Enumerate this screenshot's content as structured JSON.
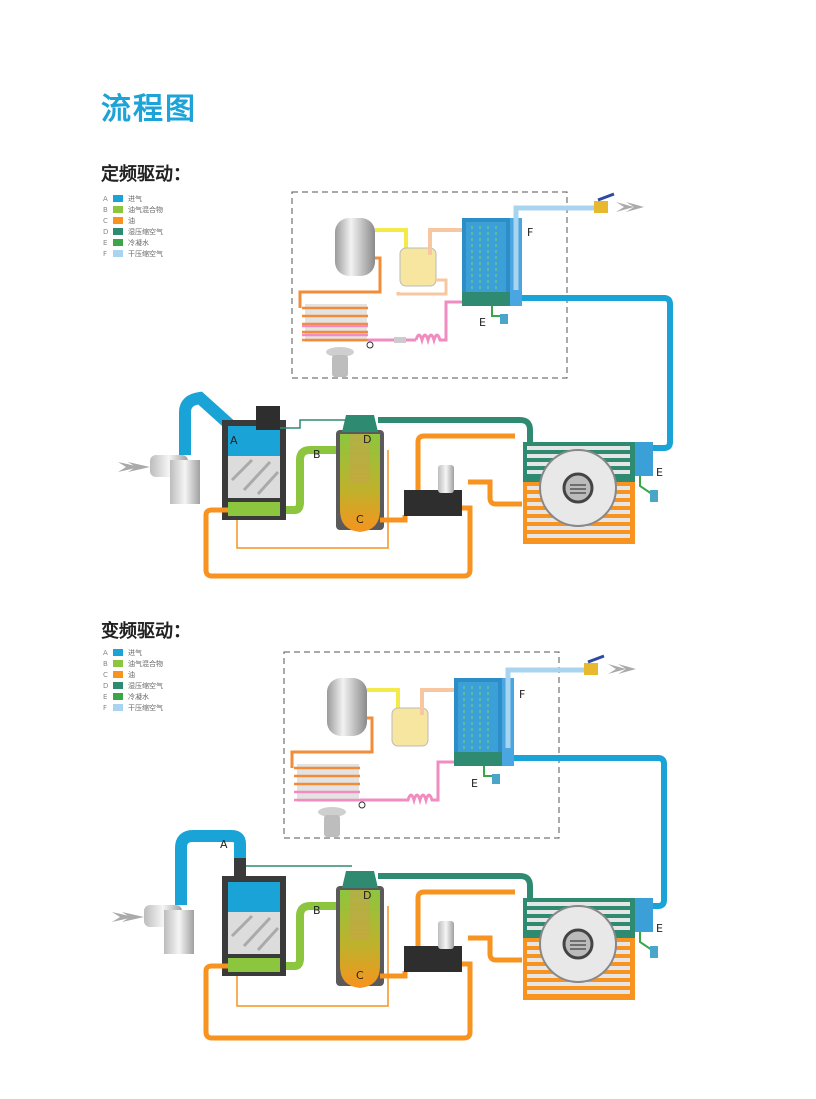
{
  "page_title": "流程图",
  "colors": {
    "intake_air": "#1aa3d6",
    "oil_air_mix": "#8cc63f",
    "oil": "#f7931e",
    "wet_air": "#2e8b72",
    "condensate": "#3aa648",
    "dry_air": "#a9d4ef",
    "refrigerant_hot": "#f28c38",
    "refrigerant_cold": "#f08cc0",
    "title_blue": "#1ea3d8"
  },
  "legend": [
    {
      "letter": "A",
      "label": "进气",
      "color": "#1aa3d6"
    },
    {
      "letter": "B",
      "label": "油气混合物",
      "color": "#8cc63f"
    },
    {
      "letter": "C",
      "label": "油",
      "color": "#f7931e"
    },
    {
      "letter": "D",
      "label": "湿压缩空气",
      "color": "#2e8b72"
    },
    {
      "letter": "E",
      "label": "冷凝水",
      "color": "#3aa648"
    },
    {
      "letter": "F",
      "label": "干压缩空气",
      "color": "#a9d4ef"
    }
  ],
  "sections": [
    {
      "title": "定频驱动：",
      "labels": {
        "a": "A",
        "b": "B",
        "c": "C",
        "d": "D",
        "e1": "E",
        "e2": "E",
        "f": "F"
      }
    },
    {
      "title": "变频驱动：",
      "labels": {
        "a": "A",
        "b": "B",
        "c": "C",
        "d": "D",
        "e1": "E",
        "e2": "E",
        "f": "F"
      }
    }
  ]
}
